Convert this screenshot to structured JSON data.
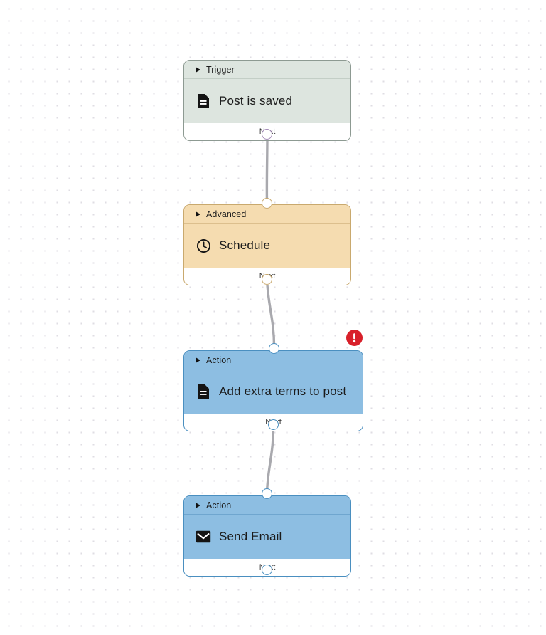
{
  "canvas": {
    "background_color": "#ffffff",
    "dot_color": "#dfdde3",
    "grid_spacing": 17
  },
  "workflow": {
    "nodes": [
      {
        "id": "trigger-post-is-saved",
        "kind": "trigger",
        "header_label": "Trigger",
        "title": "Post is saved",
        "icon": "document-icon",
        "footer_label": "Next",
        "accent_color": "#dde5df",
        "border_color": "#8d9a92",
        "port_color": "#9f86b4",
        "has_error": false
      },
      {
        "id": "advanced-schedule",
        "kind": "advanced",
        "header_label": "Advanced",
        "title": "Schedule",
        "icon": "clock-icon",
        "footer_label": "Next",
        "accent_color": "#f5dcb0",
        "border_color": "#c9a96e",
        "port_color": "#c9a96e",
        "has_error": false
      },
      {
        "id": "action-add-extra-terms",
        "kind": "action",
        "header_label": "Action",
        "title": "Add extra terms to post",
        "icon": "document-icon",
        "footer_label": "Next",
        "accent_color": "#8dbee2",
        "border_color": "#4a8fc0",
        "port_color": "#4a8fc0",
        "has_error": true,
        "error_color": "#d8202a",
        "error_symbol": "!"
      },
      {
        "id": "action-send-email",
        "kind": "action",
        "header_label": "Action",
        "title": "Send Email",
        "icon": "envelope-icon",
        "footer_label": "Next",
        "accent_color": "#8dbee2",
        "border_color": "#4a8fc0",
        "port_color": "#4a8fc0",
        "has_error": false
      }
    ],
    "connectors": [
      {
        "from": "trigger-post-is-saved",
        "to": "advanced-schedule",
        "color": "#a9a9ae"
      },
      {
        "from": "advanced-schedule",
        "to": "action-add-extra-terms",
        "color": "#a9a9ae"
      },
      {
        "from": "action-add-extra-terms",
        "to": "action-send-email",
        "color": "#a9a9ae"
      }
    ]
  }
}
